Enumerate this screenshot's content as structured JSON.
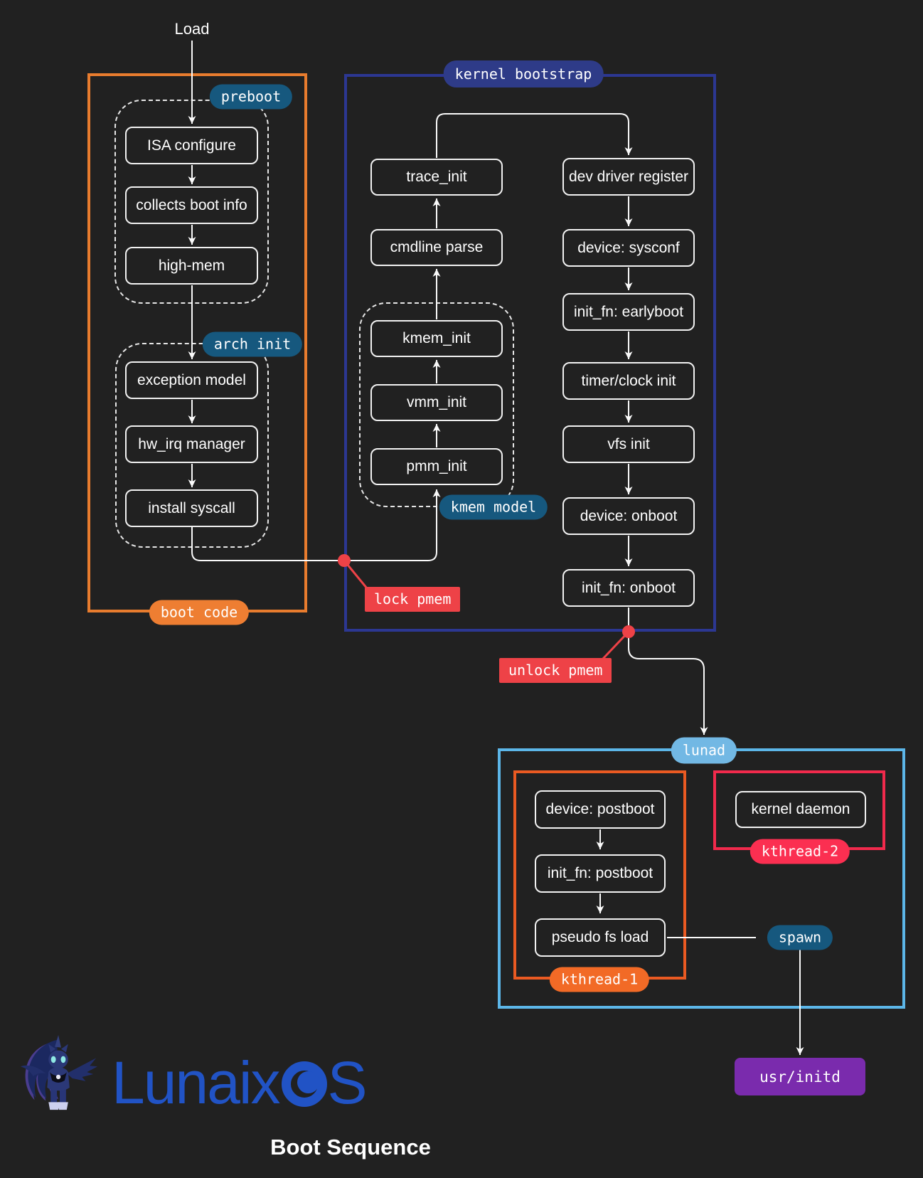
{
  "diagram": {
    "load_label": "Load",
    "boot_code": {
      "label": "boot code",
      "preboot": {
        "label": "preboot",
        "nodes": [
          "ISA configure",
          "collects boot info",
          "high-mem"
        ]
      },
      "arch_init": {
        "label": "arch init",
        "nodes": [
          "exception model",
          "hw_irq manager",
          "install syscall"
        ]
      }
    },
    "kernel_bootstrap": {
      "label": "kernel bootstrap",
      "left_chain": [
        "trace_init",
        "cmdline parse"
      ],
      "kmem_model": {
        "label": "kmem model",
        "nodes": [
          "kmem_init",
          "vmm_init",
          "pmm_init"
        ]
      },
      "right_chain": [
        "dev driver register",
        "device: sysconf",
        "init_fn: earlyboot",
        "timer/clock init",
        "vfs init",
        "device: onboot",
        "init_fn: onboot"
      ]
    },
    "annotations": {
      "lock": "lock pmem",
      "unlock": "unlock pmem"
    },
    "lunad": {
      "label": "lunad",
      "spawn_label": "spawn",
      "kthread1": {
        "label": "kthread-1",
        "nodes": [
          "device: postboot",
          "init_fn: postboot",
          "pseudo fs load"
        ]
      },
      "kthread2": {
        "label": "kthread-2",
        "nodes": [
          "kernel daemon"
        ]
      }
    },
    "usr_initd": "usr/initd"
  },
  "footer": {
    "logo_text": "LunaixOS",
    "logo_prefix": "Lunaix",
    "logo_suffix": "S",
    "caption": "Boot Sequence"
  },
  "colors": {
    "background": "#212121",
    "node_border": "#ffffff",
    "boot_code_orange": "#e87c2e",
    "kernel_navy": "#2c3792",
    "teal_badge": "#16587e",
    "lunad_light_blue": "#5cb6e8",
    "kthread1_orange": "#ea5a22",
    "kthread2_crimson": "#f22a4c",
    "annotation_red": "#ee4247",
    "usr_initd_purple": "#7a2bad",
    "logo_blue": "#2153c5"
  }
}
